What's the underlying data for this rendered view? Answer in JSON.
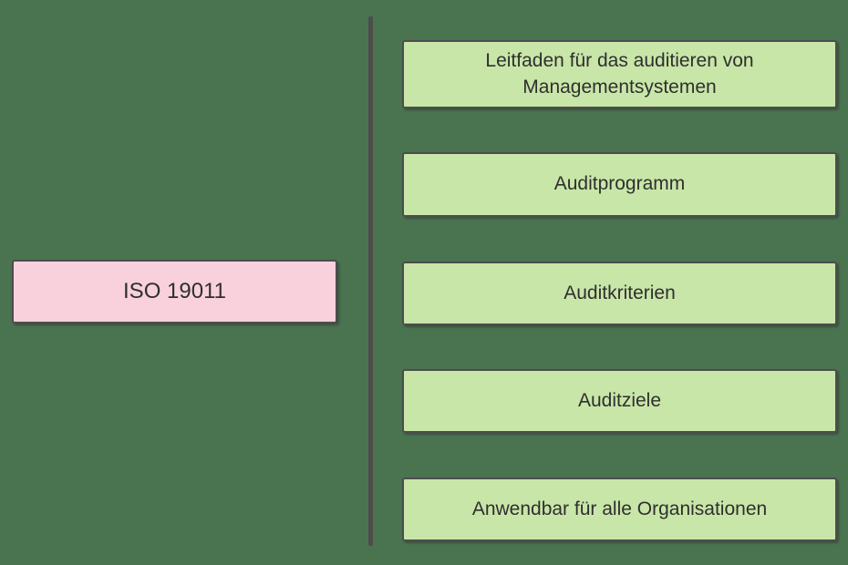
{
  "colors": {
    "background": "#4a7350",
    "pink-fill": "#f8d1dd",
    "green-fill": "#c8e6a8",
    "border": "#4d4d4d",
    "divider": "#4d4d4d",
    "text": "#2f2f2f"
  },
  "diagram": {
    "left_node": {
      "label": "ISO 19011"
    },
    "right_nodes": [
      {
        "label": "Leitfaden für das auditieren von Managementsystemen"
      },
      {
        "label": "Auditprogramm"
      },
      {
        "label": "Auditkriterien"
      },
      {
        "label": "Auditziele"
      },
      {
        "label": "Anwendbar für alle Organisationen"
      }
    ]
  }
}
